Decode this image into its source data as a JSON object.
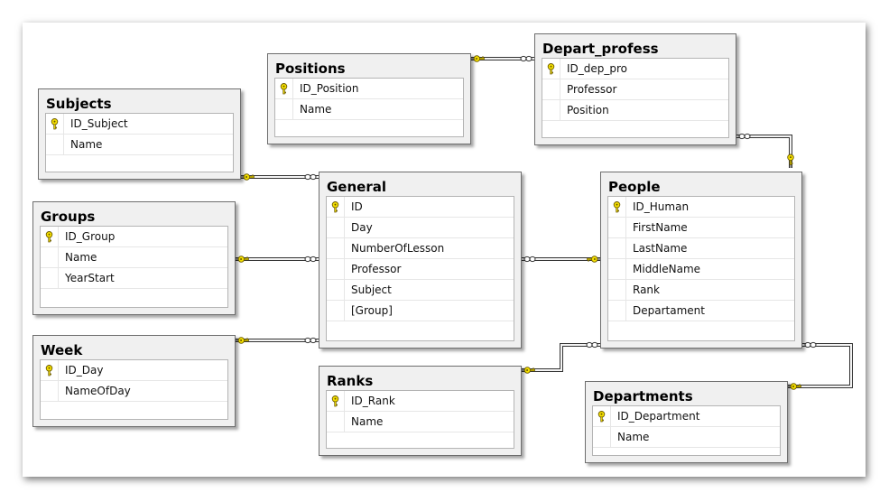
{
  "diagram": {
    "tables": [
      {
        "id": "positions",
        "name": "Positions",
        "columns": [
          {
            "name": "ID_Position",
            "pk": true
          },
          {
            "name": "Name",
            "pk": false
          }
        ]
      },
      {
        "id": "depart-profess",
        "name": "Depart_profess",
        "columns": [
          {
            "name": "ID_dep_pro",
            "pk": true
          },
          {
            "name": "Professor",
            "pk": false
          },
          {
            "name": "Position",
            "pk": false
          }
        ]
      },
      {
        "id": "subjects",
        "name": "Subjects",
        "columns": [
          {
            "name": "ID_Subject",
            "pk": true
          },
          {
            "name": "Name",
            "pk": false
          }
        ]
      },
      {
        "id": "general",
        "name": "General",
        "columns": [
          {
            "name": "ID",
            "pk": true
          },
          {
            "name": "Day",
            "pk": false
          },
          {
            "name": "NumberOfLesson",
            "pk": false
          },
          {
            "name": "Professor",
            "pk": false
          },
          {
            "name": "Subject",
            "pk": false
          },
          {
            "name": "[Group]",
            "pk": false
          }
        ]
      },
      {
        "id": "people",
        "name": "People",
        "columns": [
          {
            "name": "ID_Human",
            "pk": true
          },
          {
            "name": "FirstName",
            "pk": false
          },
          {
            "name": "LastName",
            "pk": false
          },
          {
            "name": "MiddleName",
            "pk": false
          },
          {
            "name": "Rank",
            "pk": false
          },
          {
            "name": "Departament",
            "pk": false
          }
        ]
      },
      {
        "id": "groups",
        "name": "Groups",
        "columns": [
          {
            "name": "ID_Group",
            "pk": true
          },
          {
            "name": "Name",
            "pk": false
          },
          {
            "name": "YearStart",
            "pk": false
          }
        ]
      },
      {
        "id": "week",
        "name": "Week",
        "columns": [
          {
            "name": "ID_Day",
            "pk": true
          },
          {
            "name": "NameOfDay",
            "pk": false
          }
        ]
      },
      {
        "id": "ranks",
        "name": "Ranks",
        "columns": [
          {
            "name": "ID_Rank",
            "pk": true
          },
          {
            "name": "Name",
            "pk": false
          }
        ]
      },
      {
        "id": "departments",
        "name": "Departments",
        "columns": [
          {
            "name": "ID_Department",
            "pk": true
          },
          {
            "name": "Name",
            "pk": false
          }
        ]
      }
    ],
    "relationships": [
      {
        "one": "positions",
        "many": "depart-profess"
      },
      {
        "one": "people",
        "many": "depart-profess"
      },
      {
        "one": "subjects",
        "many": "general"
      },
      {
        "one": "groups",
        "many": "general"
      },
      {
        "one": "week",
        "many": "general"
      },
      {
        "one": "people",
        "many": "general"
      },
      {
        "one": "ranks",
        "many": "people"
      },
      {
        "one": "departments",
        "many": "people"
      }
    ],
    "colors": {
      "entity_background": "#f0f0f0",
      "entity_border": "#6e6e6e",
      "key_icon": "#f5e000",
      "connector": "#333333"
    }
  }
}
